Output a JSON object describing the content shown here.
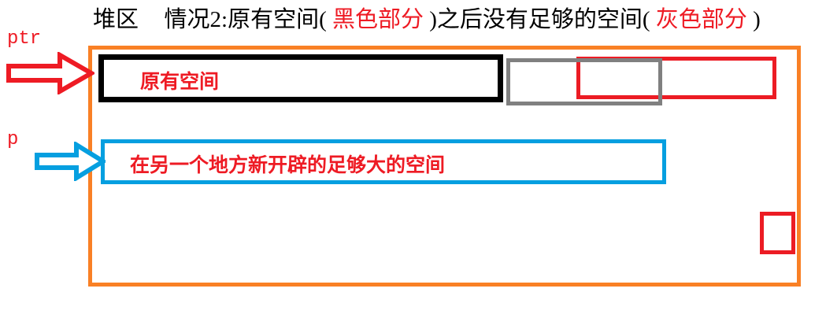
{
  "title": {
    "region_label": "堆区",
    "case_prefix": "情况2:原有空间(",
    "highlight_1": "黑色部分",
    "middle": ")之后没有足够的空间(",
    "highlight_2": "灰色部分",
    "suffix": ")",
    "full_text": "堆区　情况2:原有空间(黑色部分)之后没有足够的空间(灰色部分)"
  },
  "colors": {
    "heap_border": "#F98025",
    "original_block_border": "#000000",
    "gray_block_border": "#808080",
    "red_block_border": "#EC1C24",
    "new_block_border": "#059FE0",
    "label_text": "#EE1B24",
    "title_text": "#000000"
  },
  "pointers": [
    {
      "name": "ptr",
      "arrow_color": "#EE1B24",
      "points_to": "original-space-block"
    },
    {
      "name": "p",
      "arrow_color": "#059FE0",
      "points_to": "new-space-block"
    }
  ],
  "blocks": [
    {
      "id": "heap-region",
      "label": "",
      "border_color": "#F98025",
      "role": "heap-container"
    },
    {
      "id": "original-space",
      "label": "原有空间",
      "border_color": "#000000",
      "role": "original-allocated-space"
    },
    {
      "id": "gray-space",
      "label": "",
      "border_color": "#808080",
      "role": "adjacent-occupied-space"
    },
    {
      "id": "red-space-top",
      "label": "",
      "border_color": "#EC1C24",
      "role": "required-space-overlay"
    },
    {
      "id": "new-space",
      "label": "在另一个地方新开辟的足够大的空间",
      "border_color": "#059FE0",
      "role": "newly-allocated-space"
    },
    {
      "id": "red-space-small",
      "label": "",
      "border_color": "#EC1C24",
      "role": "free-space-fragment"
    }
  ]
}
